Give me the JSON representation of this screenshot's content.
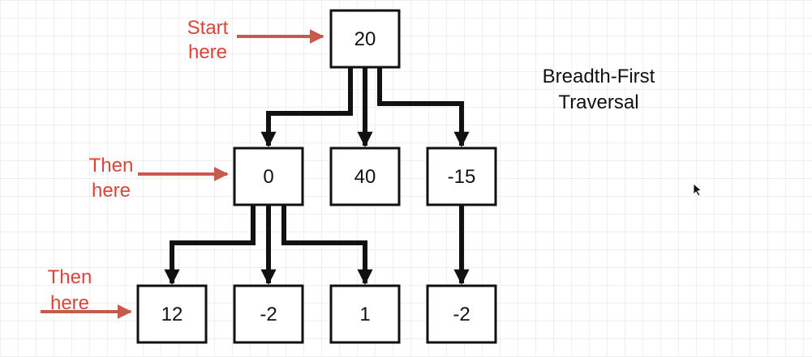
{
  "title": [
    "Breadth-First",
    "Traversal"
  ],
  "colors": {
    "accent": "#d8453a",
    "arrow": "#c65a4d",
    "stroke": "#111111"
  },
  "nodes": [
    {
      "id": "root",
      "label": "20"
    },
    {
      "id": "n0",
      "label": "0"
    },
    {
      "id": "n40",
      "label": "40"
    },
    {
      "id": "nm15",
      "label": "-15"
    },
    {
      "id": "n12",
      "label": "12"
    },
    {
      "id": "nm2a",
      "label": "-2"
    },
    {
      "id": "n1",
      "label": "1"
    },
    {
      "id": "nm2b",
      "label": "-2"
    }
  ],
  "edges": [
    {
      "from": "root",
      "to": "n0"
    },
    {
      "from": "root",
      "to": "n40"
    },
    {
      "from": "root",
      "to": "nm15"
    },
    {
      "from": "n0",
      "to": "n12"
    },
    {
      "from": "n0",
      "to": "nm2a"
    },
    {
      "from": "n0",
      "to": "n1"
    },
    {
      "from": "nm15",
      "to": "nm2b"
    }
  ],
  "pointers": [
    {
      "target": "root",
      "text": [
        "Start",
        "here"
      ]
    },
    {
      "target": "n0",
      "text": [
        "Then",
        "here"
      ]
    },
    {
      "target": "n12",
      "text": [
        "Then",
        "here"
      ]
    }
  ]
}
